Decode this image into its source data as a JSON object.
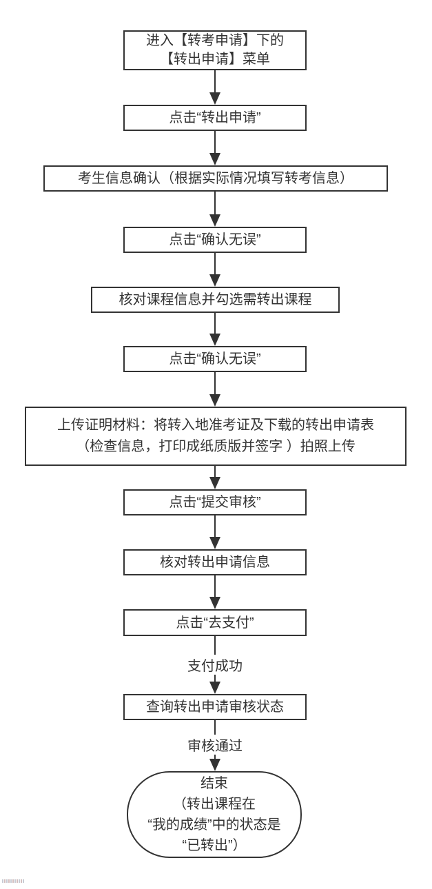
{
  "diagram": {
    "type": "flowchart",
    "background": "#ffffff",
    "stroke_color": "#333333",
    "text_color": "#333333",
    "nodes": [
      {
        "id": "enter-menu",
        "shape": "process",
        "text": "进入【转考申请】下的\n【转出申请】菜单"
      },
      {
        "id": "click-transfer-out",
        "shape": "process",
        "text": "点击“转出申请”"
      },
      {
        "id": "confirm-info",
        "shape": "process",
        "text": "考生信息确认（根据实际情况填写转考信息）"
      },
      {
        "id": "click-confirm-1",
        "shape": "process",
        "text": "点击“确认无误”"
      },
      {
        "id": "check-courses",
        "shape": "process",
        "text": "核对课程信息并勾选需转出课程"
      },
      {
        "id": "click-confirm-2",
        "shape": "process",
        "text": "点击“确认无误”"
      },
      {
        "id": "upload-materials",
        "shape": "process",
        "text": "上传证明材料：将转入地准考证及下载的转出申请表\n（检查信息，打印成纸质版并签字 ）拍照上传"
      },
      {
        "id": "click-submit-review",
        "shape": "process",
        "text": "点击“提交审核”"
      },
      {
        "id": "check-apply-info",
        "shape": "process",
        "text": "核对转出申请信息"
      },
      {
        "id": "click-pay",
        "shape": "process",
        "text": "点击“去支付”"
      },
      {
        "id": "query-review-status",
        "shape": "process",
        "text": "查询转出申请审核状态"
      },
      {
        "id": "end",
        "shape": "terminal",
        "text": "结束\n（转出课程在\n“我的成绩”中的状态是\n“已转出”）"
      }
    ],
    "edge_labels": [
      {
        "id": "payment-success",
        "text": "支付成功"
      },
      {
        "id": "review-passed",
        "text": "审核通过"
      }
    ]
  }
}
